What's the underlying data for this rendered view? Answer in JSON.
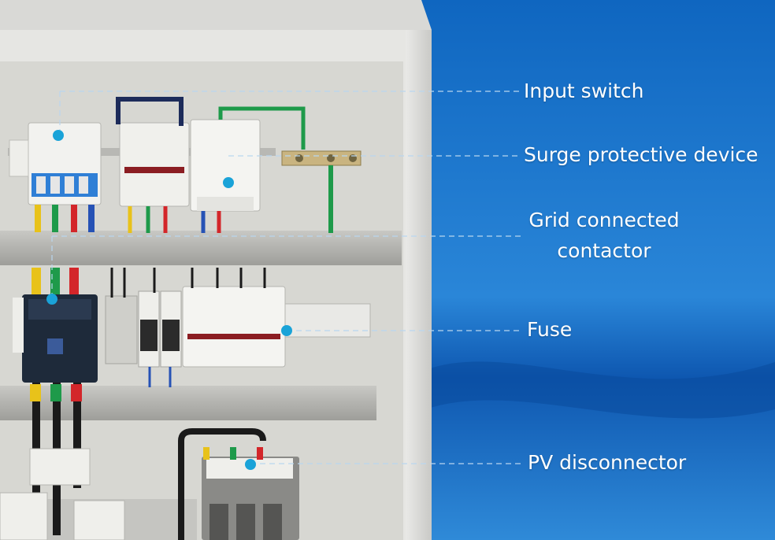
{
  "labels": {
    "input_switch": "Input switch",
    "surge_protective_device": "Surge protective device",
    "grid_connected_contactor_line1": "Grid connected",
    "grid_connected_contactor_line2": "contactor",
    "fuse": "Fuse",
    "pv_disconnector": "PV disconnector"
  },
  "colors": {
    "background_top": "#1470c6",
    "background_bottom": "#0c56b0",
    "cabinet": "#e4e4e2",
    "cabinet_inner": "#dadad6",
    "contactor_body": "#1e2a3a",
    "breaker_blue": "#2f7fd6",
    "marker_dot": "#1aa3d8",
    "wire_red": "#d3262a",
    "wire_yellow": "#e8c21a",
    "wire_green": "#1e9a4a",
    "wire_black": "#1a1a1a",
    "wire_blue": "#2652b5"
  }
}
